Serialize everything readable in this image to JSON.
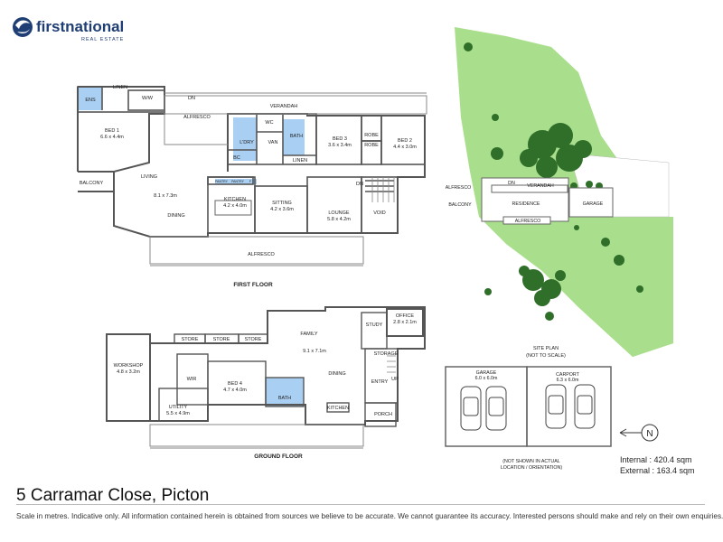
{
  "brand": {
    "name": "firstnational",
    "sub": "REAL ESTATE",
    "color": "#1f3e73"
  },
  "address": "5 Carramar Close, Picton",
  "disclaimer": "Scale in metres. Indicative only. All information contained herein is obtained from sources we believe to be accurate. We cannot guarantee its accuracy. Interested persons should make and rely on their own enquiries.",
  "area": {
    "internal": "Internal  : 420.4 sqm",
    "external": "External  : 163.4 sqm"
  },
  "compass": {
    "letter": "N"
  },
  "colors": {
    "wet_area": "#a9cff2",
    "wall": "#555555",
    "grass": "#a9df8c",
    "tree": "#2f6f2a"
  },
  "first_floor": {
    "title": "FIRST FLOOR",
    "labels": {
      "ens": "ENS",
      "linen_top": "LINEN",
      "ww": "W/W",
      "dn_top": "DN",
      "verandah": "VERANDAH",
      "alfresco_top": "ALFRESCO",
      "bed1": "BED 1",
      "bed1_dim": "6.6 x 4.4m",
      "balcony": "BALCONY",
      "living": "LIVING",
      "living_dim": "8.1 x 7.3m",
      "dining": "DINING",
      "wc": "WC",
      "bath": "BATH",
      "ldry": "L'DRY",
      "van": "VAN",
      "bc": "BC",
      "linen_mid": "LINEN",
      "bed3": "BED 3",
      "bed3_dim": "3.6 x 3.4m",
      "robe1": "ROBE",
      "robe2": "ROBE",
      "bed2": "BED 2",
      "bed2_dim": "4.4 x 3.0m",
      "kitchen": "KITCHEN",
      "kitchen_dim": "4.2 x 4.0m",
      "pantry1": "PANTRY",
      "pantry2": "PANTRY",
      "fr": "F",
      "sitting": "SITTING",
      "sitting_dim": "4.2 x 3.6m",
      "dn_mid": "DN",
      "lounge": "LOUNGE",
      "lounge_dim": "5.8 x 4.2m",
      "void": "VOID",
      "alfresco_bottom": "ALFRESCO"
    }
  },
  "ground_floor": {
    "title": "GROUND FLOOR",
    "labels": {
      "workshop": "WORKSHOP",
      "workshop_dim": "4.8 x 3.2m",
      "store1": "STORE",
      "store2": "STORE",
      "store3": "STORE",
      "wir": "WIR",
      "bed4": "BED 4",
      "bed4_dim": "4.7 x 4.0m",
      "bath": "BATH",
      "utility": "UTILITY",
      "utility_dim": "5.5 x 4.9m",
      "family": "FAMILY",
      "family_dim": "9.1 x 7.1m",
      "dining": "DINING",
      "kitchen": "KITCHEN",
      "study": "STUDY",
      "office": "OFFICE",
      "office_dim": "2.8 x 2.1m",
      "storage": "STORAGE",
      "entry": "ENTRY",
      "up": "UP",
      "porch": "PORCH"
    }
  },
  "site_plan": {
    "title": "SITE PLAN",
    "subtitle": "(NOT TO SCALE)",
    "labels": {
      "alfresco_top": "ALFRESCO",
      "dn": "DN",
      "verandah": "VERANDAH",
      "balcony": "BALCONY",
      "residence": "RESIDENCE",
      "garage": "GARAGE",
      "alfresco_bottom": "ALFRESCO"
    }
  },
  "garage_plan": {
    "garage": "GARAGE",
    "garage_dim": "6.0 x 6.0m",
    "carport": "CARPORT",
    "carport_dim": "6.3 x 6.0m",
    "note1": "(NOT SHOWN IN ACTUAL",
    "note2": "LOCATION / ORIENTATION)"
  }
}
